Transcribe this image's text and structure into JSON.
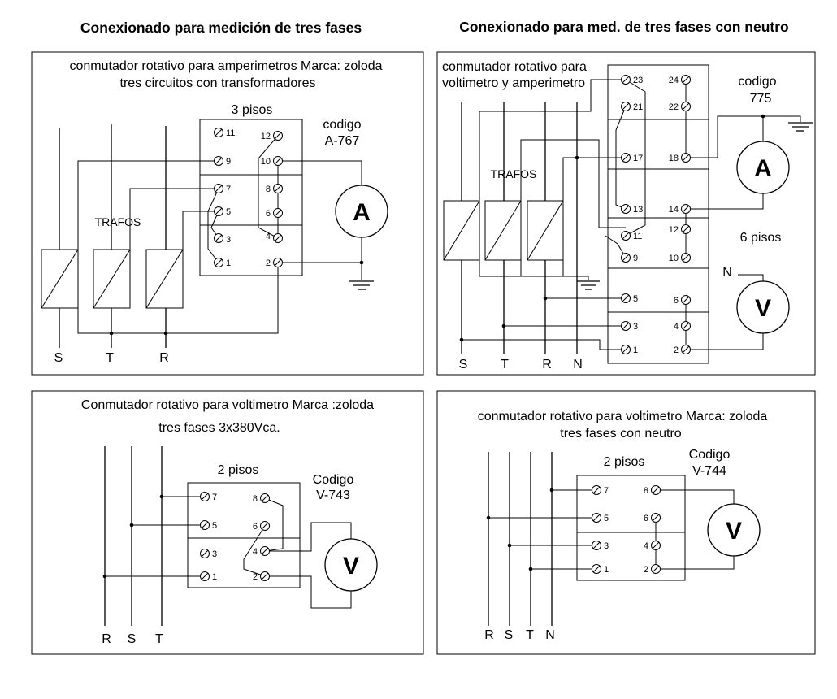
{
  "titles": {
    "left": "Conexionado para medición de tres fases",
    "right": "Conexionado para med. de tres fases con neutro"
  },
  "panel_tl": {
    "desc1": "conmutador rotativo para amperimetros  Marca: zoloda",
    "desc2": "tres circuitos con transformadores",
    "floors": "3 pisos",
    "code_label": "codigo",
    "code": "A-767",
    "trafos": "TRAFOS",
    "meter": "A",
    "phases": [
      "S",
      "T",
      "R"
    ],
    "terminals": [
      "11",
      "12",
      "9",
      "10",
      "7",
      "8",
      "5",
      "6",
      "3",
      "4",
      "1",
      "2"
    ]
  },
  "panel_tr": {
    "desc1": "conmutador rotativo para",
    "desc2": "voltimetro y amperimetro",
    "code_label": "codigo",
    "code": "775",
    "floors": "6 pisos",
    "trafos": "TRAFOS",
    "meter_a": "A",
    "meter_v": "V",
    "neutral": "N",
    "phases": [
      "S",
      "T",
      "R",
      "N"
    ],
    "terminals": [
      "23",
      "24",
      "21",
      "22",
      "17",
      "18",
      "13",
      "14",
      "11",
      "12",
      "9",
      "10",
      "5",
      "6",
      "3",
      "4",
      "1",
      "2"
    ]
  },
  "panel_bl": {
    "desc1": "Conmutador rotativo para voltimetro     Marca :zoloda",
    "desc2": "tres fases  3x380Vca.",
    "floors": "2 pisos",
    "code_label": "Codigo",
    "code": "V-743",
    "meter": "V",
    "phases": [
      "R",
      "S",
      "T"
    ],
    "terminals": [
      "7",
      "8",
      "5",
      "6",
      "3",
      "4",
      "1",
      "2"
    ]
  },
  "panel_br": {
    "desc1": "conmutador rotativo para voltimetro  Marca: zoloda",
    "desc2": "tres fases con neutro",
    "floors": "2 pisos",
    "code_label": "Codigo",
    "code": "V-744",
    "meter": "V",
    "phases": [
      "R",
      "S",
      "T",
      "N"
    ],
    "terminals": [
      "7",
      "8",
      "5",
      "6",
      "3",
      "4",
      "1",
      "2"
    ]
  }
}
